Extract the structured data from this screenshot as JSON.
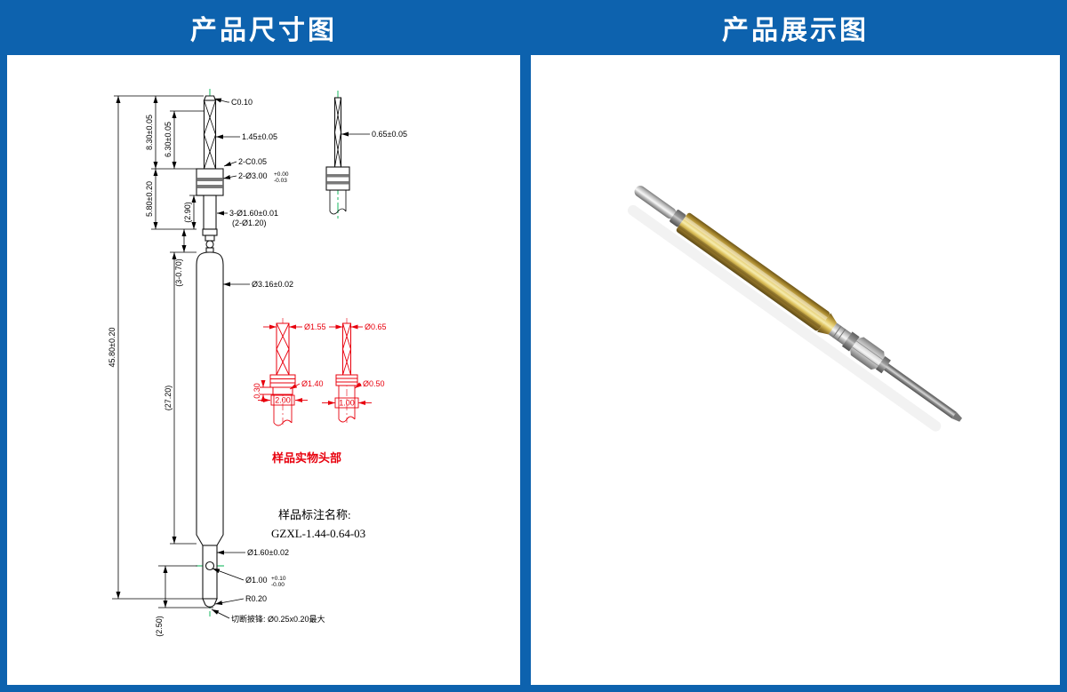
{
  "header": {
    "left_title": "产品尺寸图",
    "right_title": "产品展示图"
  },
  "colors": {
    "frame_blue": "#0d62ae",
    "detail_red": "#e8000d",
    "centerline_green": "#00b050",
    "gold_body": "#d8b84a",
    "silver_part": "#c0c0c0"
  },
  "dims": {
    "c010": "C0.10",
    "len145": "1.45±0.05",
    "cham205": "2-C0.05",
    "dia300": "2-Ø3.00",
    "dia300_up": "+0.00",
    "dia300_dn": "-0.03",
    "dia065": "0.65±0.05",
    "v830": "8.30±0.05",
    "v630": "6.30±0.05",
    "v580": "5.80±0.20",
    "v290": "(2.90)",
    "v3070": "(3-0.70)",
    "dia160x3": "3-Ø1.60±0.01",
    "dia120": "(2-Ø1.20)",
    "dia316": "Ø3.16±0.02",
    "v4580": "45.80±0.20",
    "v2720": "(27.20)",
    "v250": "(2.50)",
    "dia160b": "Ø1.60±0.02",
    "dia100": "Ø1.00",
    "dia100_up": "+0.10",
    "dia100_dn": "-0.00",
    "r020": "R0.20",
    "cut": "切断披锋: Ø0.25x0.20最大"
  },
  "red": {
    "dia155": "Ø1.55",
    "dia065": "Ø0.65",
    "dia140": "Ø1.40",
    "dia050": "Ø0.50",
    "w200": "2.00",
    "w100": "1.00",
    "h030": "0.30",
    "caption": "样品实物头部"
  },
  "notes": {
    "title": "样品标注名称:",
    "model": "GZXL-1.44-0.64-03"
  }
}
